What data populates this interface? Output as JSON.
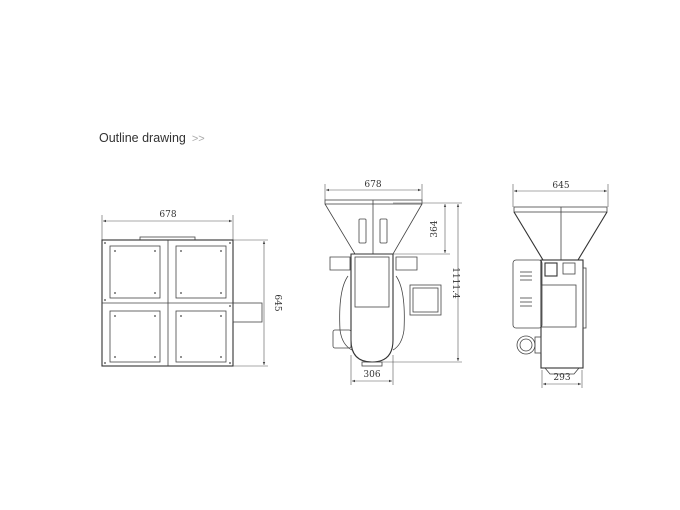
{
  "header": {
    "title": "Outline drawing",
    "more": ">>"
  },
  "drawing": {
    "top_view": {
      "width_label": "678",
      "depth_label": "645"
    },
    "front_view": {
      "width_label": "678",
      "hopper_height_label": "364",
      "total_height_label": "1111.4",
      "base_width_label": "306"
    },
    "side_view": {
      "width_label": "645",
      "base_width_label": "293"
    }
  }
}
